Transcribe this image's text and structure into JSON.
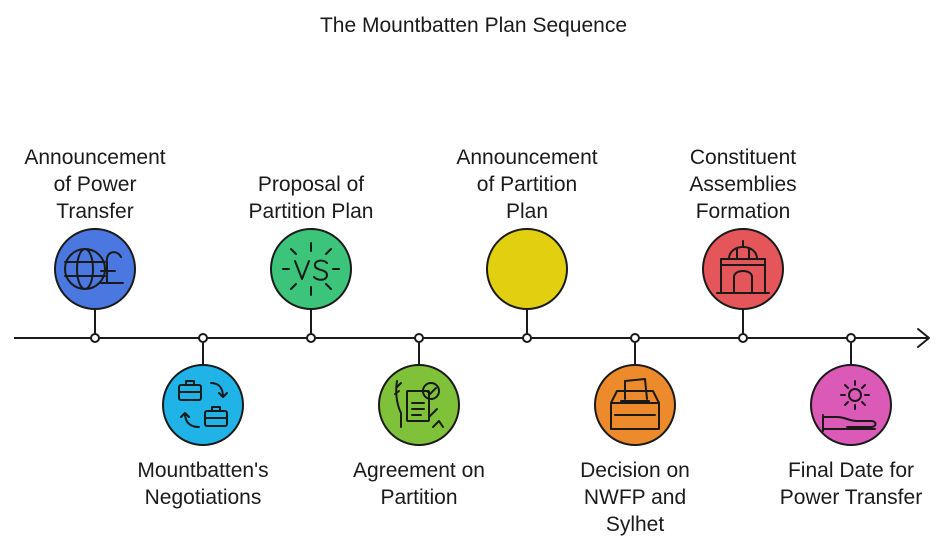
{
  "title": "The Mountbatten Plan Sequence",
  "events": [
    {
      "label": "Announcement\nof Power\nTransfer",
      "icon": "globe-pound-icon",
      "color": "#4a78e0",
      "position": "top"
    },
    {
      "label": "Mountbatten's\nNegotiations",
      "icon": "briefcase-exchange-icon",
      "color": "#1fb3e8",
      "position": "bottom"
    },
    {
      "label": "Proposal of\nPartition Plan",
      "icon": "versus-icon",
      "color": "#3cc47a",
      "position": "top"
    },
    {
      "label": "Agreement on\nPartition",
      "icon": "signed-document-icon",
      "color": "#7fc23a",
      "position": "bottom"
    },
    {
      "label": "Announcement\nof Partition\nPlan",
      "icon": "",
      "color": "#e2cf0f",
      "position": "top"
    },
    {
      "label": "Decision on\nNWFP and\nSylhet",
      "icon": "ballot-box-icon",
      "color": "#ec8a2c",
      "position": "bottom"
    },
    {
      "label": "Constituent\nAssemblies\nFormation",
      "icon": "india-gate-icon",
      "color": "#e5565a",
      "position": "top"
    },
    {
      "label": "Final Date for\nPower Transfer",
      "icon": "hand-gear-icon",
      "color": "#db5ab7",
      "position": "bottom"
    }
  ]
}
